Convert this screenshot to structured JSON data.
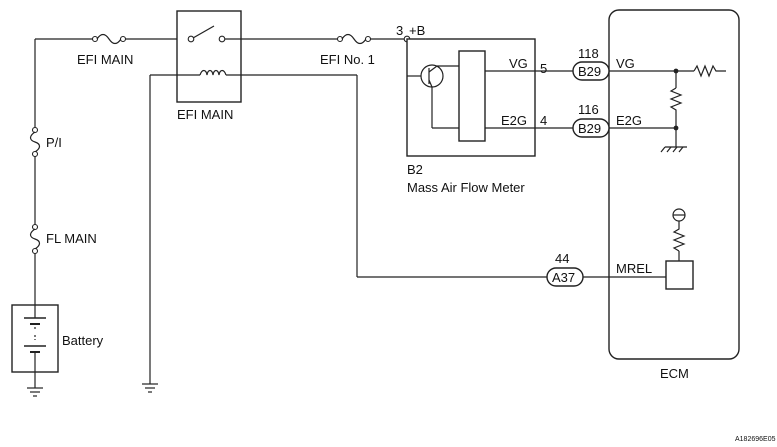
{
  "labels": {
    "fuse_efi_main": "EFI MAIN",
    "relay_efi_main": "EFI MAIN",
    "fuse_efi_no1": "EFI No. 1",
    "fuse_pi": "P/I",
    "fuse_fl_main": "FL MAIN",
    "battery": "Battery",
    "maf_pin_plusb_num": "3",
    "maf_pin_plusb": "+B",
    "maf_pin_vg": "VG",
    "maf_pin_vg_num": "5",
    "maf_pin_e2g": "E2G",
    "maf_pin_e2g_num": "4",
    "maf_code": "B2",
    "maf_name": "Mass Air Flow Meter",
    "ecm_pin_vg_num": "118",
    "ecm_conn_vg": "B29",
    "ecm_pin_vg": "VG",
    "ecm_pin_e2g_num": "116",
    "ecm_conn_e2g": "B29",
    "ecm_pin_e2g": "E2G",
    "ecm_pin_mrel_num": "44",
    "ecm_conn_mrel": "A37",
    "ecm_pin_mrel": "MREL",
    "ecm_name": "ECM",
    "figure_id": "A182696E05"
  }
}
